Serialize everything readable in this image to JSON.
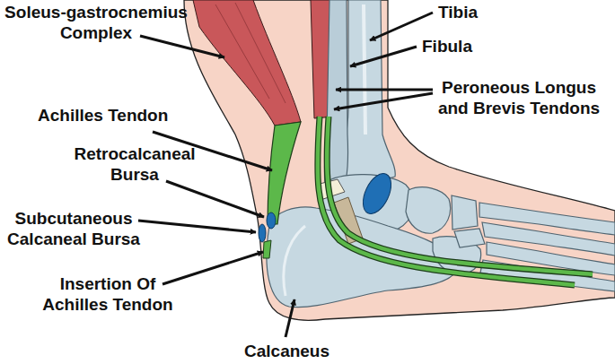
{
  "diagram": {
    "labels": [
      "Soleus-gastrocnemius Complex",
      "Tibia",
      "Fibula",
      "Peroneous Longus and Brevis Tendons",
      "Achilles Tendon",
      "Retrocalcaneal Bursa",
      "Subcutaneous Calcaneal Bursa",
      "Insertion Of Achilles Tendon",
      "Calcaneus"
    ]
  }
}
